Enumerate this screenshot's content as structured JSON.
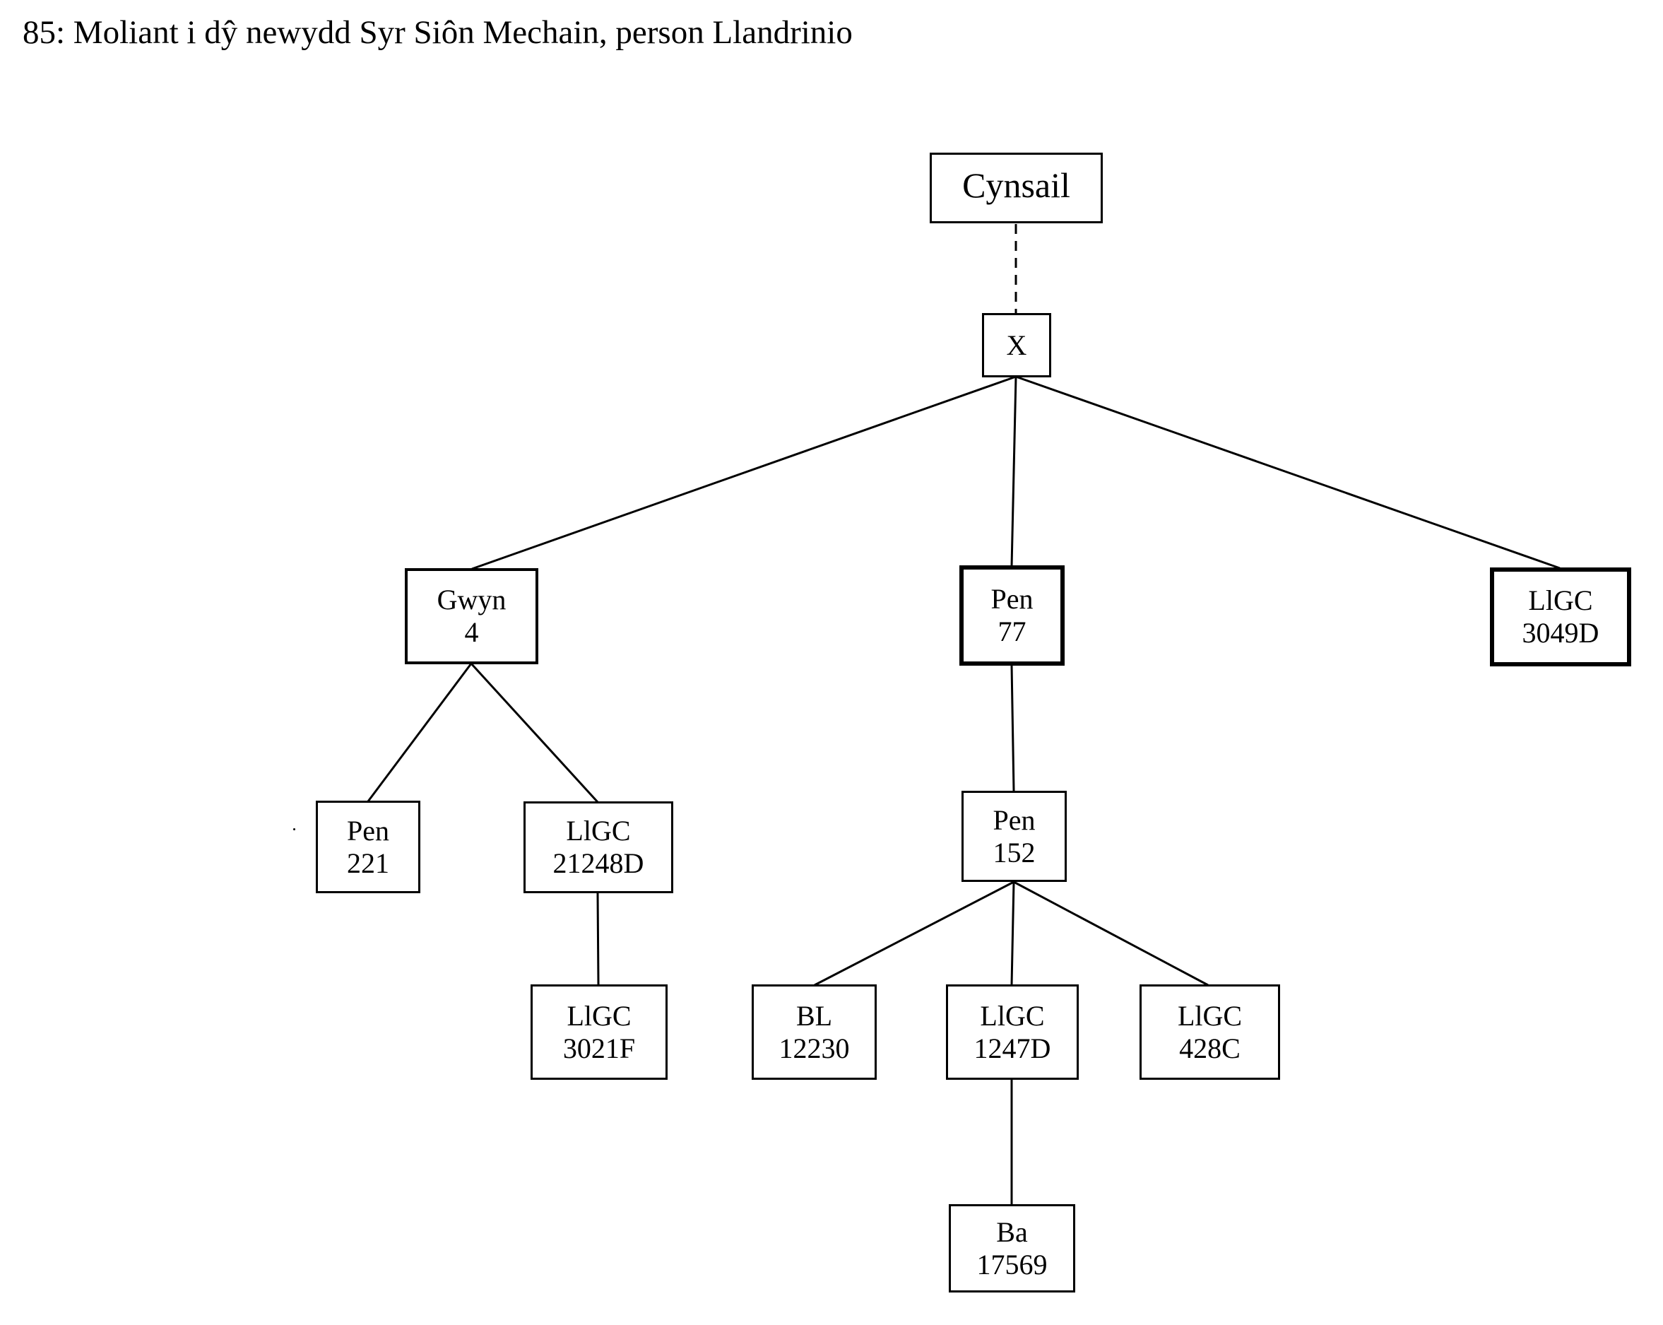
{
  "title": "85: Moliant i dŷ newydd Syr Siôn Mechain, person Llandrinio",
  "nodes": {
    "cynsail": {
      "label": "Cynsail"
    },
    "x": {
      "label": "X"
    },
    "gwyn4": {
      "label": "Gwyn\n4"
    },
    "pen77": {
      "label": "Pen\n77"
    },
    "llgc3049d": {
      "label": "LlGC\n3049D"
    },
    "pen221": {
      "label": "Pen\n221"
    },
    "llgc21248d": {
      "label": "LlGC\n21248D"
    },
    "pen152": {
      "label": "Pen\n152"
    },
    "llgc3021f": {
      "label": "LlGC\n3021F"
    },
    "bl12230": {
      "label": "BL\n12230"
    },
    "llgc1247d": {
      "label": "LlGC\n1247D"
    },
    "llgc428c": {
      "label": "LlGC\n428C"
    },
    "ba17569": {
      "label": "Ba\n17569"
    }
  },
  "edges": [
    {
      "from": "cynsail",
      "to": "x",
      "style": "dashed"
    },
    {
      "from": "x",
      "to": "gwyn4",
      "style": "solid"
    },
    {
      "from": "x",
      "to": "pen77",
      "style": "solid"
    },
    {
      "from": "x",
      "to": "llgc3049d",
      "style": "solid"
    },
    {
      "from": "gwyn4",
      "to": "pen221",
      "style": "solid"
    },
    {
      "from": "gwyn4",
      "to": "llgc21248d",
      "style": "solid"
    },
    {
      "from": "llgc21248d",
      "to": "llgc3021f",
      "style": "solid"
    },
    {
      "from": "pen77",
      "to": "pen152",
      "style": "solid"
    },
    {
      "from": "pen152",
      "to": "bl12230",
      "style": "solid"
    },
    {
      "from": "pen152",
      "to": "llgc1247d",
      "style": "solid"
    },
    {
      "from": "pen152",
      "to": "llgc428c",
      "style": "solid"
    },
    {
      "from": "llgc1247d",
      "to": "ba17569",
      "style": "solid"
    }
  ]
}
